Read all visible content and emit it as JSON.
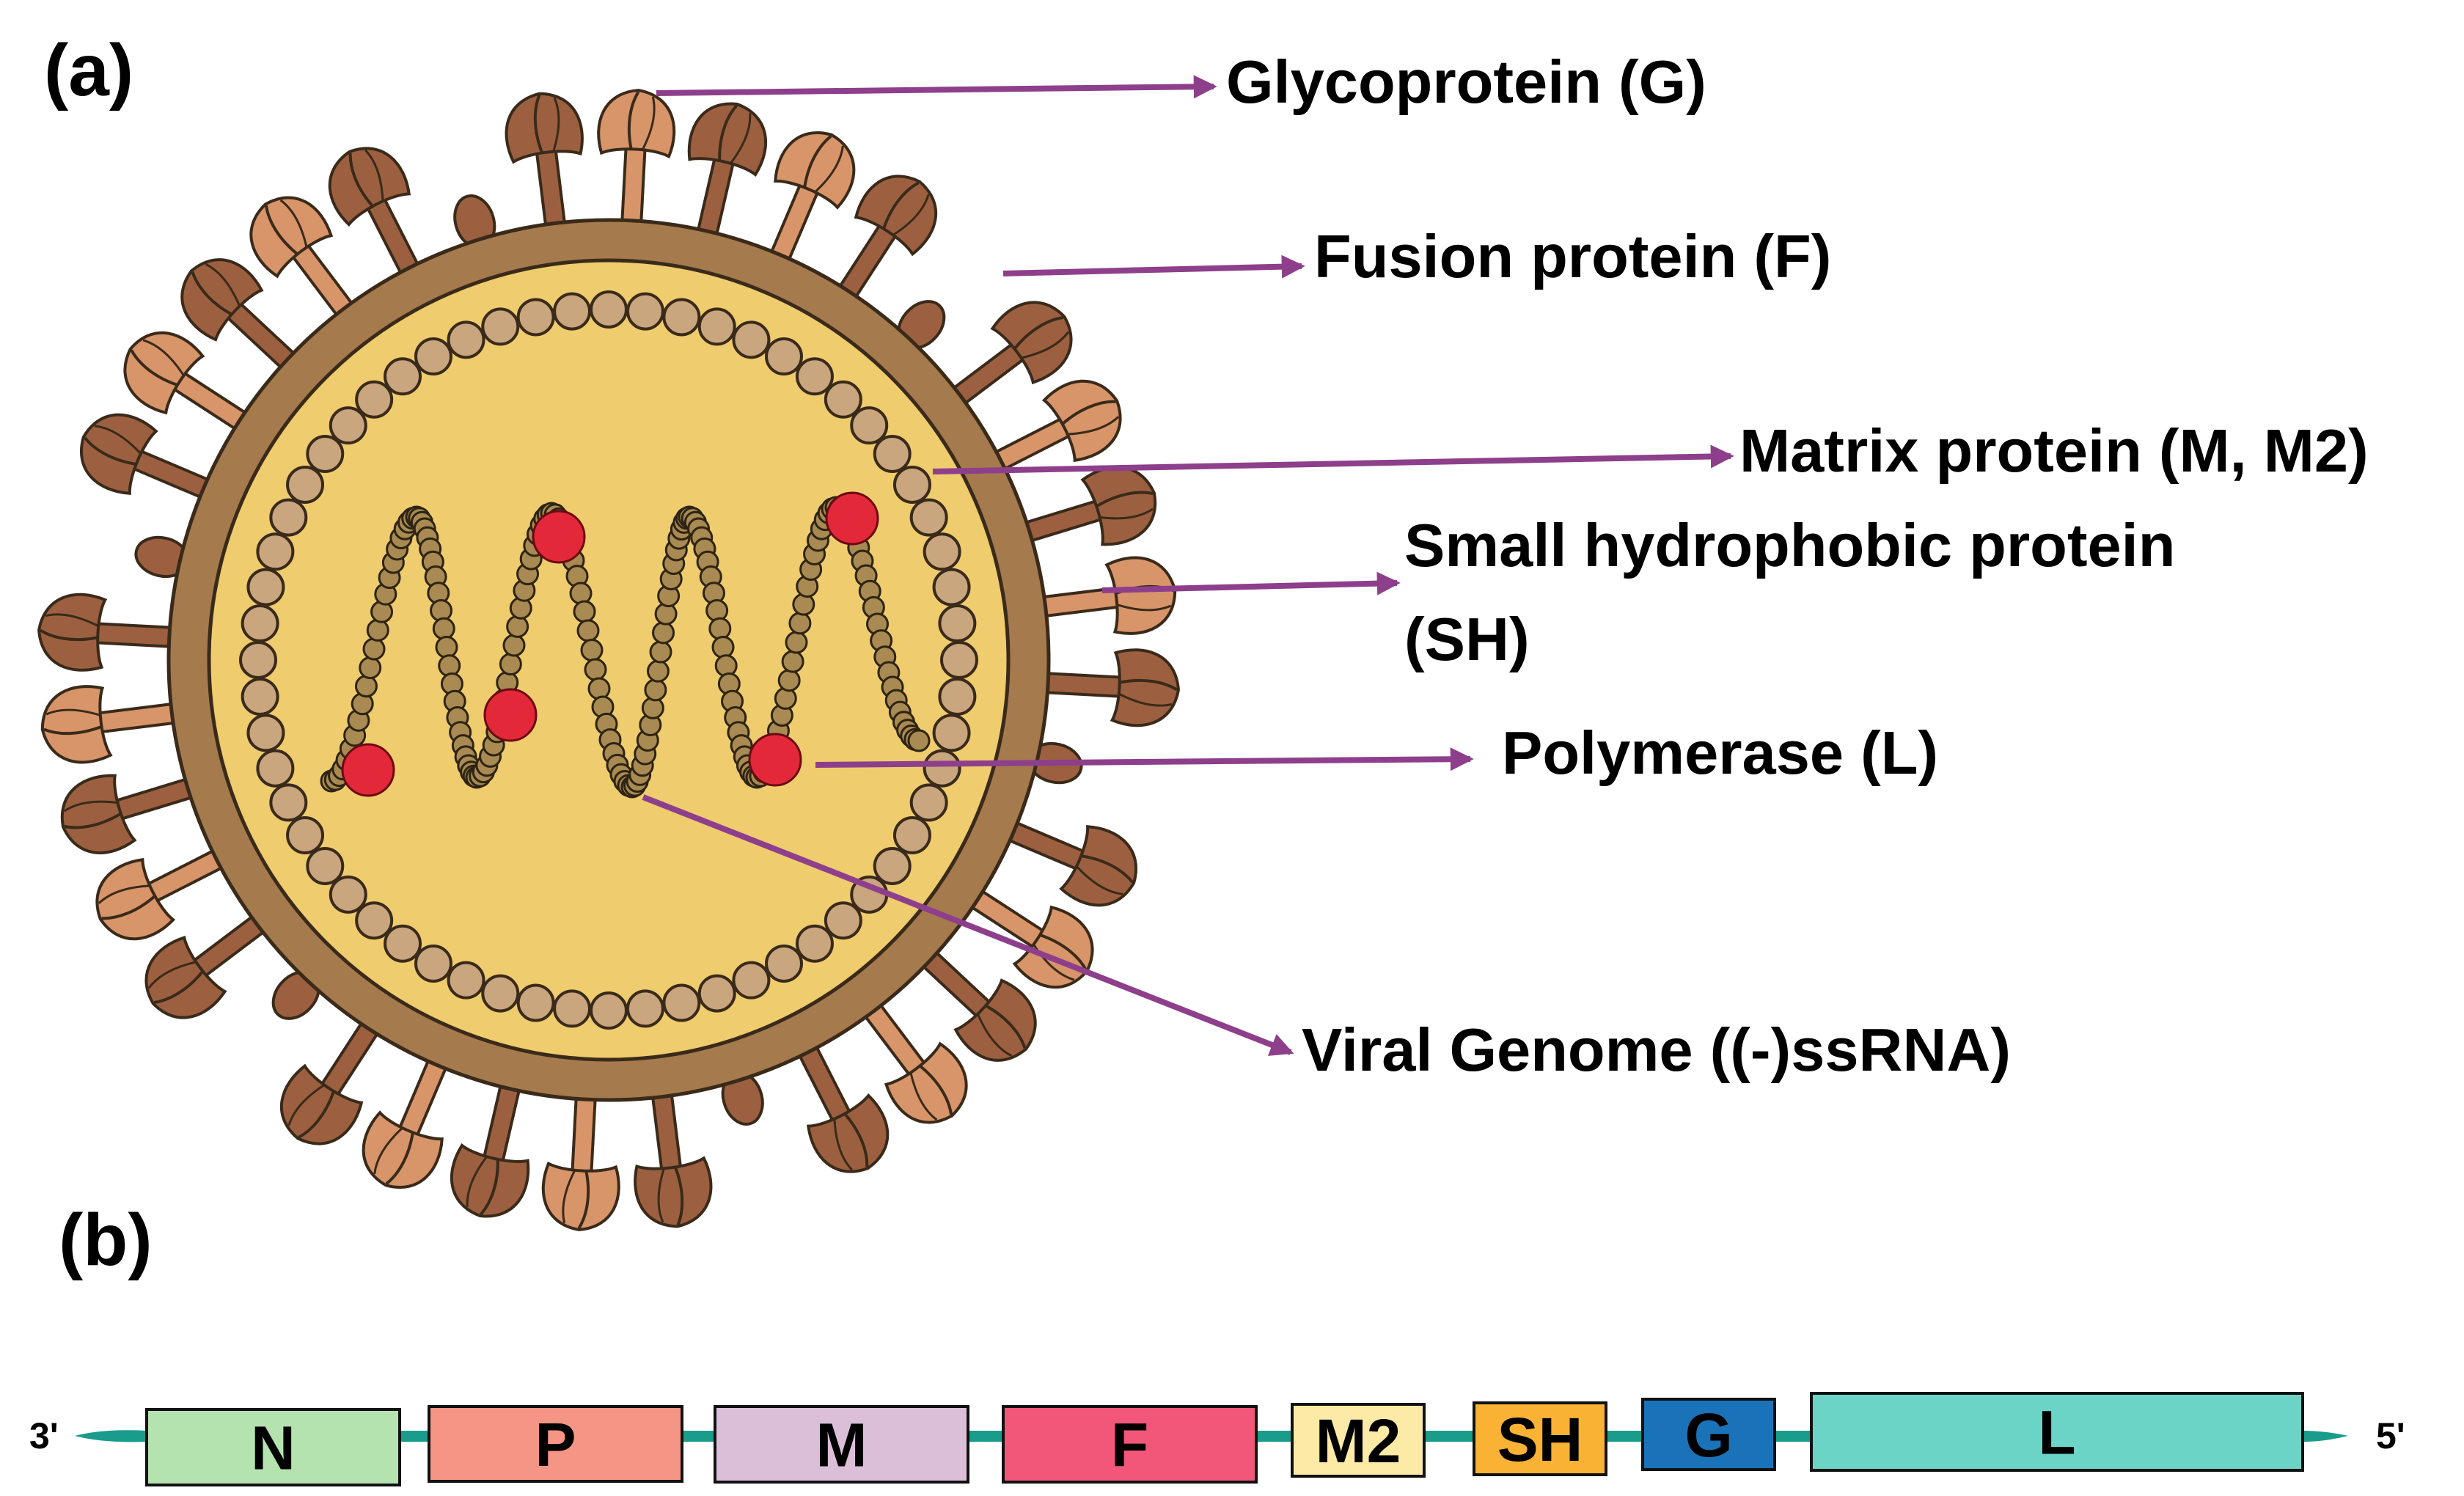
{
  "panels": {
    "a": "(a)",
    "b": "(b)"
  },
  "labels": {
    "glycoprotein": "Glycoprotein (G)",
    "fusion": "Fusion protein (F)",
    "matrix": "Matrix protein (M, M2)",
    "small_hydrophobic_1": "Small hydrophobic protein",
    "small_hydrophobic_2": "(SH)",
    "polymerase": "Polymerase (L)",
    "genome": "Viral Genome ((-)ssRNA)"
  },
  "genome_map": {
    "end_left": "3'",
    "end_right": "5'",
    "genes": [
      {
        "name": "N",
        "color": "#b5e3b0"
      },
      {
        "name": "P",
        "color": "#f59585"
      },
      {
        "name": "M",
        "color": "#dbbfd9"
      },
      {
        "name": "F",
        "color": "#f2577a"
      },
      {
        "name": "M2",
        "color": "#fdeaa6"
      },
      {
        "name": "SH",
        "color": "#f9b233"
      },
      {
        "name": "G",
        "color": "#1a73b8"
      },
      {
        "name": "L",
        "color": "#6cd4c6"
      }
    ]
  },
  "colors": {
    "arrow": "#8e3f8c",
    "envelope": "#a57a4d",
    "interior": "#efcc6d",
    "matrix_bead": "#c9a67e",
    "genome_bead": "#a88a52",
    "polymerase": "#e3283a",
    "spike_light": "#d8956a",
    "spike_dark": "#9c6040",
    "rna_line": "#1a9c8a"
  }
}
